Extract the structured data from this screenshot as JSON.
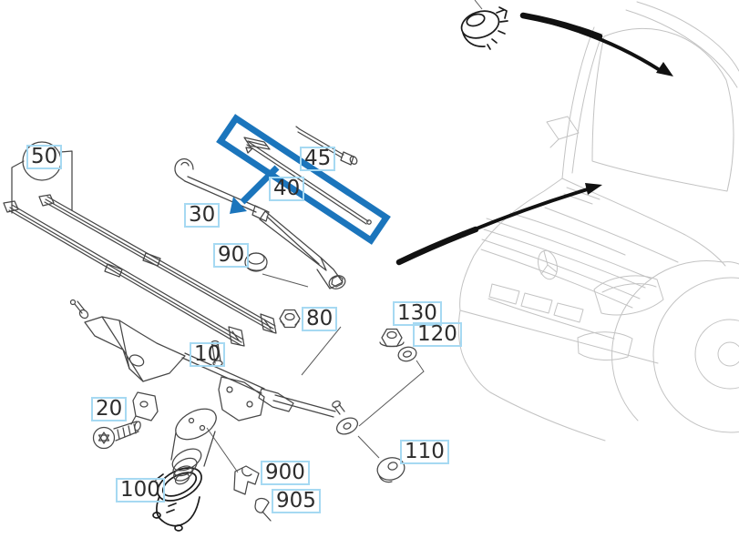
{
  "diagram": {
    "labels": [
      {
        "text": "50"
      },
      {
        "text": "45"
      },
      {
        "text": "40"
      },
      {
        "text": "30"
      },
      {
        "text": "90"
      },
      {
        "text": "80"
      },
      {
        "text": "10"
      },
      {
        "text": "20"
      },
      {
        "text": "100"
      },
      {
        "text": "900"
      },
      {
        "text": "905"
      },
      {
        "text": "130"
      },
      {
        "text": "120"
      },
      {
        "text": "110"
      }
    ],
    "annotations": {
      "highlight_box": {
        "type": "selection-box-with-arrow",
        "color": "#1b75bc"
      },
      "callout_box_border_color": "#a6d9f2",
      "callout_text_color": "#2d2d2d",
      "pointer_arrows": {
        "count": 2,
        "color": "#111111"
      },
      "vehicle_outline_color": "#c3c3c3"
    }
  }
}
